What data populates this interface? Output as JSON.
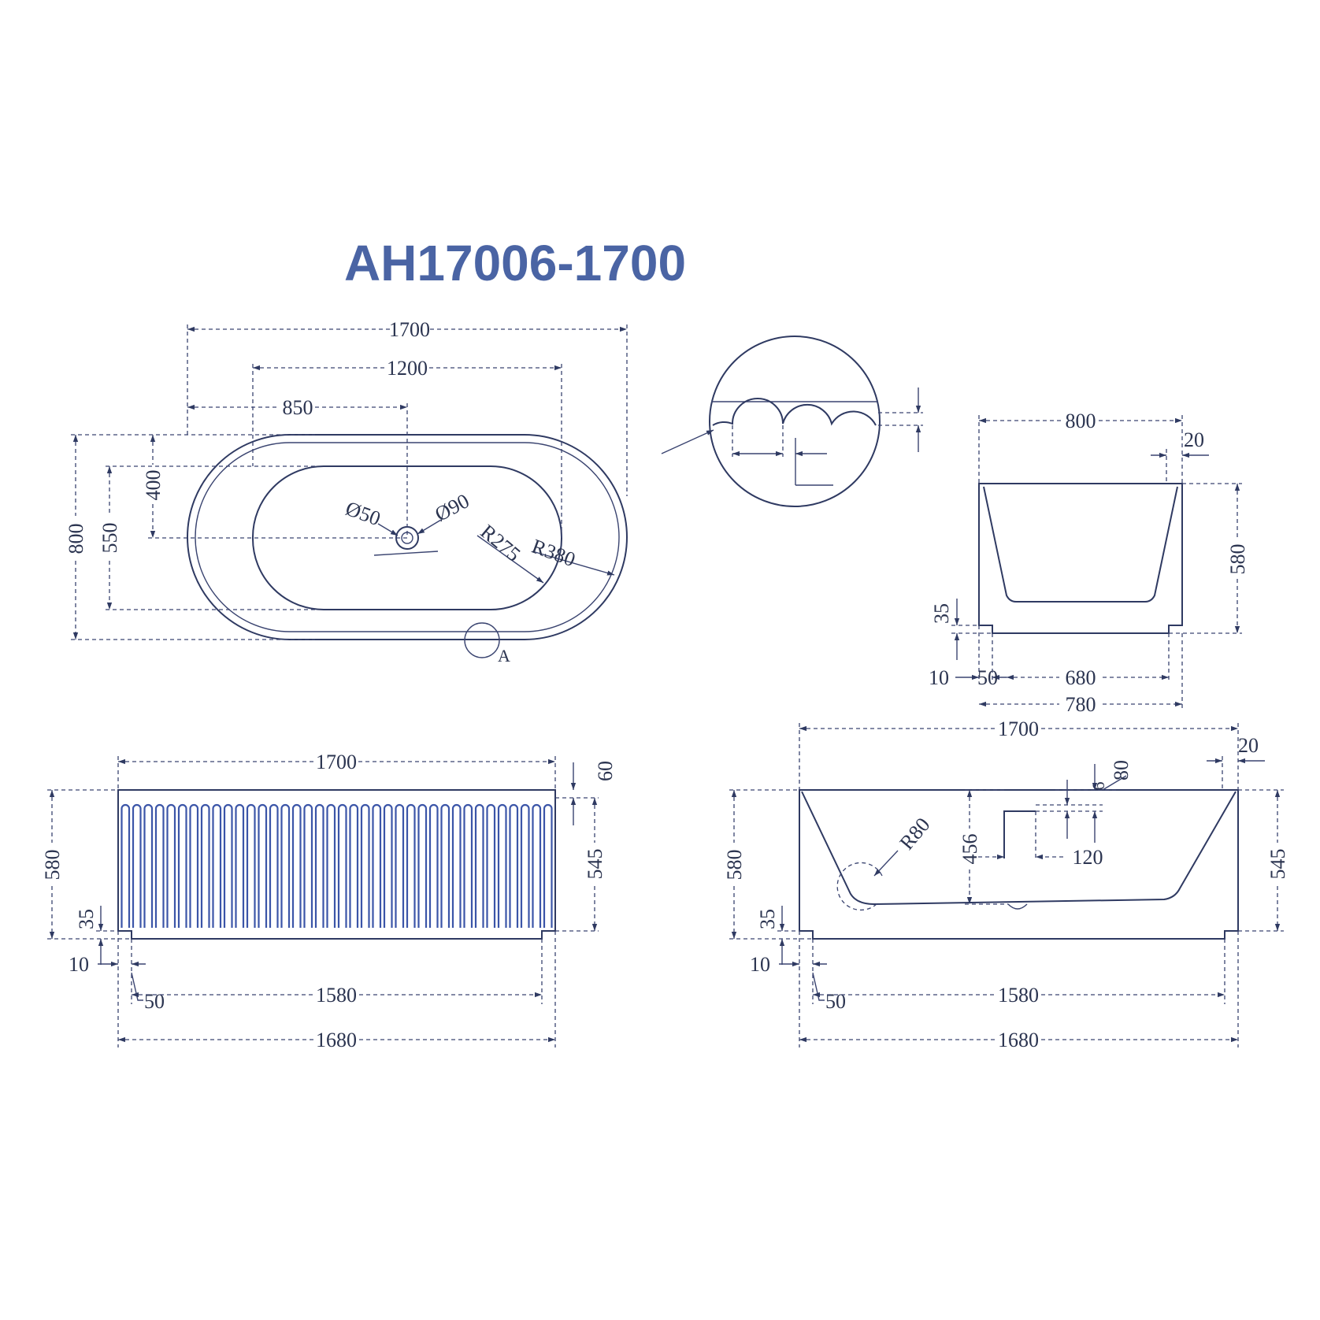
{
  "title": "AH17006-1700",
  "colors": {
    "title": "#4a64a4",
    "lines": "#2f3a62",
    "flutes": "#3b55a8"
  },
  "plan_view": {
    "overall_length": "1700",
    "inner_length": "1200",
    "drain_offset": "850",
    "overall_width": "800",
    "inner_width": "550",
    "drain_from_edge": "400",
    "drain_diameter": "Ø50",
    "drain_outer_diameter": "Ø90",
    "inner_radius": "R275",
    "outer_radius": "R380",
    "detail_callout": "A"
  },
  "end_view": {
    "top_width": "800",
    "rim_offset": "20",
    "height": "580",
    "plinth_height": "35",
    "plinth_inset": "10",
    "foot_offset": "50",
    "base_inner": "680",
    "base_width": "780"
  },
  "front_view": {
    "overall_length": "1700",
    "rim_height": "60",
    "overall_height": "580",
    "body_height": "545",
    "plinth_height": "35",
    "plinth_inset": "10",
    "foot_offset": "50",
    "base_inner": "1580",
    "base_length": "1680"
  },
  "section_view": {
    "overall_length": "1700",
    "rim_offset": "20",
    "overflow_size": "80",
    "overflow_gap": "6",
    "inner_radius": "R80",
    "inner_depth": "456",
    "overflow_width": "120",
    "overall_height": "580",
    "body_height": "545",
    "plinth_height": "35",
    "plinth_inset": "10",
    "foot_offset": "50",
    "base_inner": "1580",
    "base_length": "1680"
  }
}
